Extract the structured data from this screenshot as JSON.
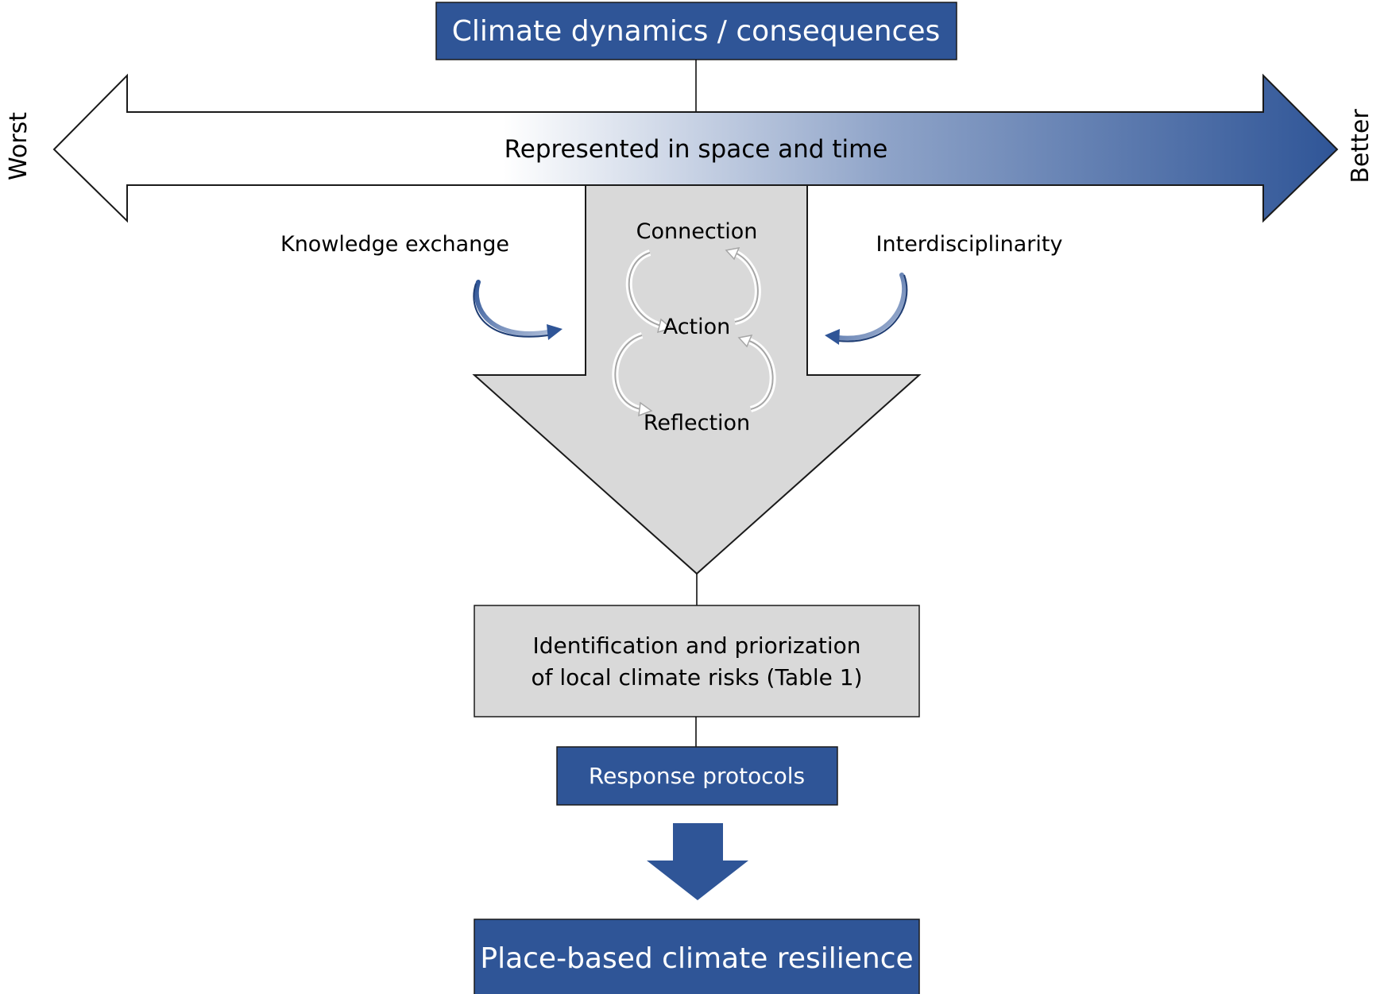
{
  "header": {
    "title": "Climate dynamics / consequences"
  },
  "axis": {
    "label": "Represented in space and time",
    "left_label": "Worst",
    "right_label": "Better"
  },
  "inputs": {
    "left": "Knowledge exchange",
    "right": "Interdisciplinarity"
  },
  "cycle": {
    "top": "Connection",
    "middle": "Action",
    "bottom": "Reflection"
  },
  "steps": {
    "identification_line1": "Identification and priorization",
    "identification_line2": "of local climate risks (Table 1)",
    "response": "Response protocols",
    "outcome": "Place-based climate resilience"
  },
  "colors": {
    "primary_blue": "#2f5597",
    "light_gray": "#d9d9d9",
    "outline": "#000000"
  }
}
